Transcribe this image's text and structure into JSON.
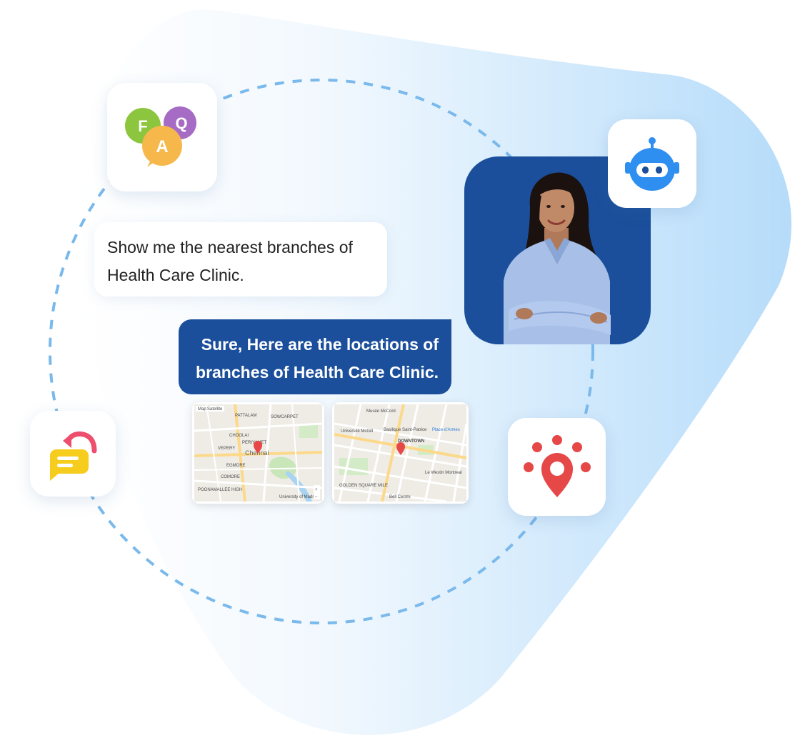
{
  "chat": {
    "user_message": "Show me the nearest branches of Health Care Clinic.",
    "bot_message": "Sure, Here are the locations of branches of Health Care Clinic."
  },
  "faq_icon": {
    "letters": [
      "F",
      "Q",
      "A"
    ]
  },
  "maps": {
    "map1": {
      "toolbar": [
        "Map",
        "Satellite"
      ],
      "labels": [
        "PATTALAM",
        "SOWCARPET",
        "CHOOLAI",
        "PERIYAMET",
        "VEPERY",
        "Chennai",
        "EGMORE",
        "COMORE",
        "POONAMALLEE HIGH",
        "University of Madras"
      ]
    },
    "map2": {
      "labels": [
        "Université McGill",
        "DOWNTOWN",
        "Basilique Saint-Patrice",
        "Place-d'Armes",
        "GOLDEN SQUARE MILE",
        "Bell Centre",
        "Musée McCord",
        "Le Westin Montreal"
      ]
    }
  },
  "colors": {
    "accent_dark": "#1b4f9b",
    "bot_blue": "#2f8ff0",
    "location_red": "#e64848",
    "dash_ring": "#7ab9ec",
    "reply_yellow": "#f6cc1d",
    "reply_pink": "#ee4e6e"
  }
}
